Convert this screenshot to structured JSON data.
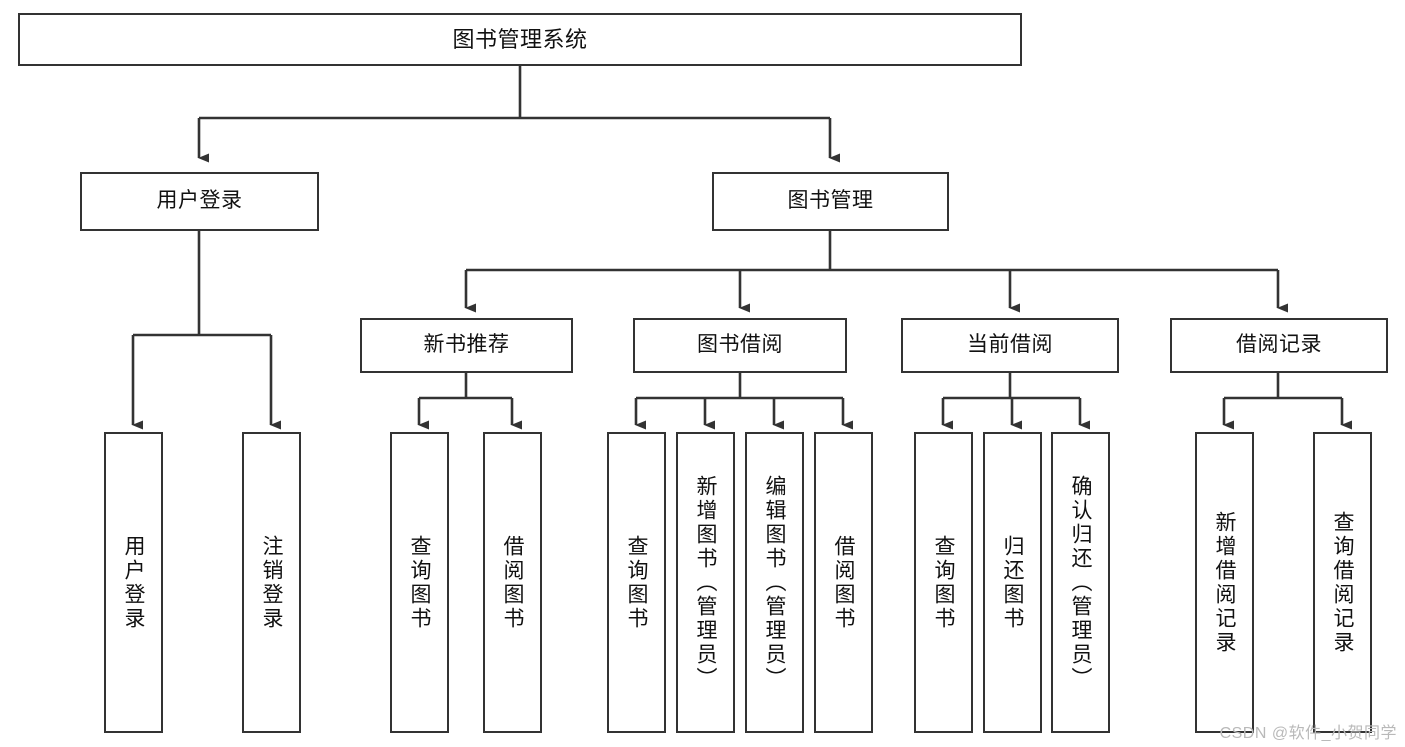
{
  "diagram": {
    "title": "图书管理系统",
    "type": "tree-hierarchy",
    "line_color": "#333333",
    "box_fill": "#ffffff",
    "text_color": "#111111"
  },
  "nodes": {
    "root": {
      "label": "图书管理系统"
    },
    "level2": [
      {
        "label": "用户登录"
      },
      {
        "label": "图书管理"
      }
    ],
    "level3": [
      {
        "label": "新书推荐"
      },
      {
        "label": "图书借阅"
      },
      {
        "label": "当前借阅"
      },
      {
        "label": "借阅记录"
      }
    ],
    "leaves_user_login": [
      {
        "label": "用户登录"
      },
      {
        "label": "注销登录"
      }
    ],
    "leaves_new_book": [
      {
        "label": "查询图书"
      },
      {
        "label": "借阅图书"
      }
    ],
    "leaves_borrow": [
      {
        "label": "查询图书"
      },
      {
        "label": "新增图书（管理员）"
      },
      {
        "label": "编辑图书（管理员）"
      },
      {
        "label": "借阅图书"
      }
    ],
    "leaves_current": [
      {
        "label": "查询图书"
      },
      {
        "label": "归还图书"
      },
      {
        "label": "确认归还（管理员）"
      }
    ],
    "leaves_records": [
      {
        "label": "新增借阅记录"
      },
      {
        "label": "查询借阅记录"
      }
    ]
  },
  "watermark": {
    "text": "CSDN @软件_小贺同学"
  }
}
